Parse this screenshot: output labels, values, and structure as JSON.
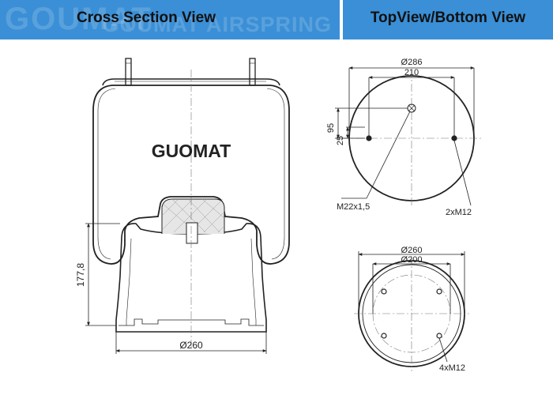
{
  "header": {
    "left_title": "Cross Section View",
    "right_title": "TopView/Bottom View",
    "watermark_left": "GOUMAT",
    "watermark_right": "GOUMAT AIRSPRING",
    "bg_color": "#3a8fd6"
  },
  "cross_section": {
    "brand_label": "GUOMAT",
    "height_dim": "177,8",
    "base_diameter": "Ø260"
  },
  "top_view": {
    "outer_diameter": "Ø286",
    "bolt_spacing": "210",
    "offset_95": "95",
    "offset_25": "25",
    "center_stud": "M22x1,5",
    "side_studs": "2xM12"
  },
  "bottom_view": {
    "outer_diameter": "Ø260",
    "bolt_circle": "Ø200",
    "studs": "4xM12"
  }
}
